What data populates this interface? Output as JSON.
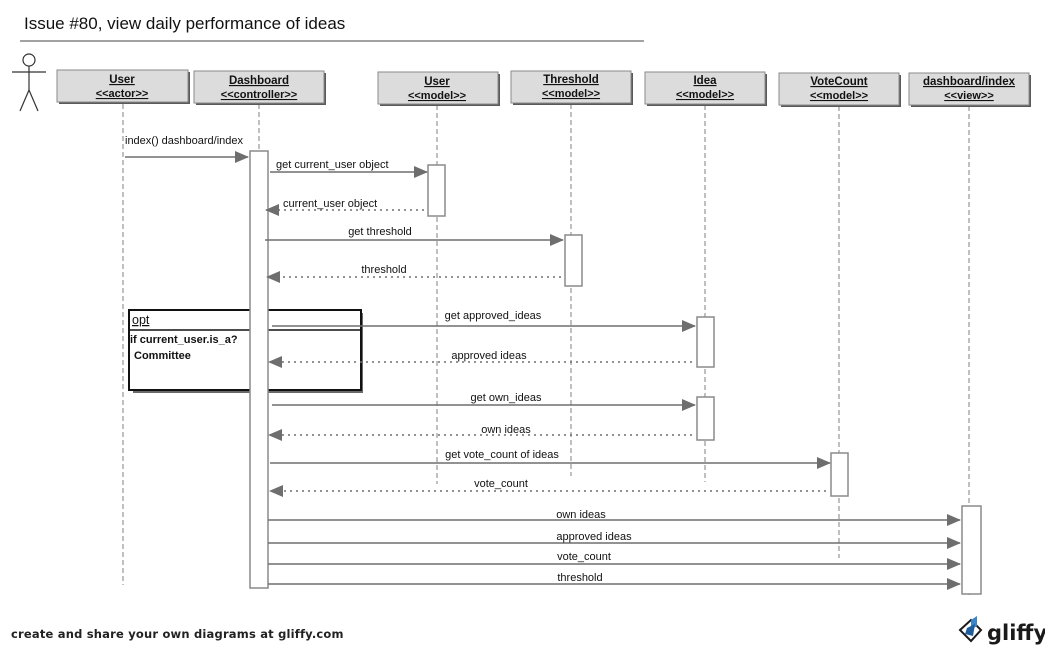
{
  "title": "Issue #80, view daily performance of ideas",
  "actor_icon": "stick-figure-icon",
  "lifelines": [
    {
      "id": "user_actor",
      "name": "User",
      "stereotype": "<<actor>>"
    },
    {
      "id": "dashboard",
      "name": "Dashboard",
      "stereotype": "<<controller>>"
    },
    {
      "id": "user_model",
      "name": "User",
      "stereotype": "<<model>>"
    },
    {
      "id": "threshold",
      "name": "Threshold",
      "stereotype": "<<model>>"
    },
    {
      "id": "idea",
      "name": "Idea",
      "stereotype": "<<model>>"
    },
    {
      "id": "votecount",
      "name": "VoteCount",
      "stereotype": "<<model>>"
    },
    {
      "id": "view",
      "name": "dashboard/index",
      "stereotype": "<<view>>"
    }
  ],
  "messages": [
    {
      "from": "user_actor",
      "to": "dashboard",
      "label": "index() dashboard/index",
      "kind": "call"
    },
    {
      "from": "dashboard",
      "to": "user_model",
      "label": "get current_user object",
      "kind": "call"
    },
    {
      "from": "user_model",
      "to": "dashboard",
      "label": "current_user object",
      "kind": "return"
    },
    {
      "from": "dashboard",
      "to": "threshold",
      "label": "get threshold",
      "kind": "call"
    },
    {
      "from": "threshold",
      "to": "dashboard",
      "label": "threshold",
      "kind": "return"
    },
    {
      "from": "dashboard",
      "to": "idea",
      "label": "get approved_ideas",
      "kind": "call"
    },
    {
      "from": "idea",
      "to": "dashboard",
      "label": "approved ideas",
      "kind": "return"
    },
    {
      "from": "dashboard",
      "to": "idea",
      "label": "get own_ideas",
      "kind": "call"
    },
    {
      "from": "idea",
      "to": "dashboard",
      "label": "own ideas",
      "kind": "return"
    },
    {
      "from": "dashboard",
      "to": "votecount",
      "label": "get vote_count of ideas",
      "kind": "call"
    },
    {
      "from": "votecount",
      "to": "dashboard",
      "label": "vote_count",
      "kind": "return"
    },
    {
      "from": "dashboard",
      "to": "view",
      "label": "own ideas",
      "kind": "call"
    },
    {
      "from": "dashboard",
      "to": "view",
      "label": "approved ideas",
      "kind": "call"
    },
    {
      "from": "dashboard",
      "to": "view",
      "label": "vote_count",
      "kind": "call"
    },
    {
      "from": "dashboard",
      "to": "view",
      "label": "threshold",
      "kind": "call"
    }
  ],
  "fragment": {
    "operator": "opt",
    "guard_line1": "if current_user.is_a?",
    "guard_line2": "Committee"
  },
  "footer": "create and share your own diagrams at gliffy.com",
  "logo": {
    "text": "gliffy",
    "icon": "gliffy-logo-icon"
  },
  "colors": {
    "header_fill": "#dcdcdc",
    "header_border": "#8a8a8a",
    "arrow": "#6e6e6e",
    "line": "#808080"
  }
}
